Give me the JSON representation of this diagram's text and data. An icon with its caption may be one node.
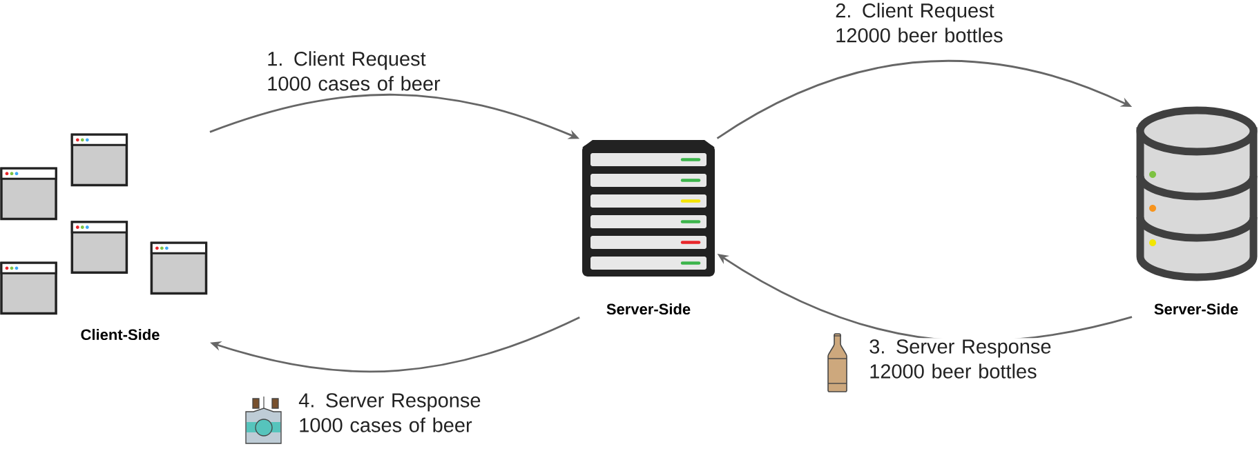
{
  "diagram": {
    "nodes": [
      {
        "text": [
          "Client-Side"
        ]
      },
      {
        "text": [
          "Server-Side"
        ]
      },
      {
        "text": [
          "Server-Side"
        ]
      }
    ],
    "edges": [
      {
        "from": 0,
        "to": 1,
        "arrow": "to",
        "label": "1. Client Request 1000 cases of beer"
      },
      {
        "from": 1,
        "to": 2,
        "arrow": "to",
        "label": "2. Client Request 12000 beer bottles"
      },
      {
        "from": 2,
        "to": 1,
        "arrow": "to",
        "label": "3. Server Response 12000 beer bottles"
      },
      {
        "from": 1,
        "to": 0,
        "arrow": "to",
        "label": "4. Server Response 1000 cases of beer"
      }
    ]
  }
}
